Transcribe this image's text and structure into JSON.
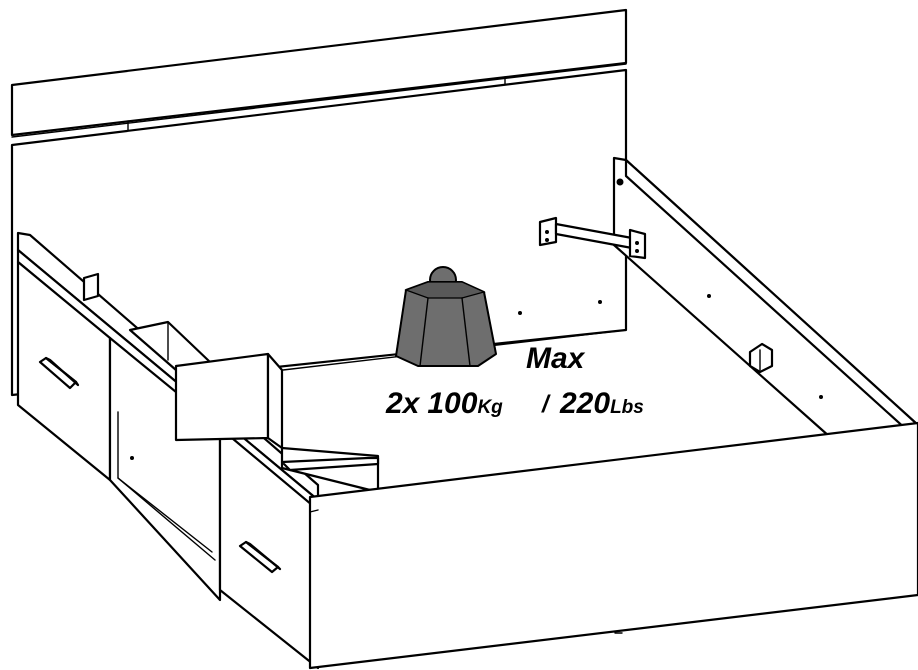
{
  "diagram": {
    "load_label": {
      "heading": "Max",
      "count": "2x",
      "metric_value": "100",
      "metric_unit": "Kg",
      "separator": "/",
      "imperial_value": "220",
      "imperial_unit": "Lbs"
    },
    "colors": {
      "line": "#000000",
      "panel": "#ffffff",
      "weight": "#6e6e6e"
    },
    "icons": [
      "weight-icon",
      "bracket-icon",
      "drawer-handle-icon"
    ]
  }
}
